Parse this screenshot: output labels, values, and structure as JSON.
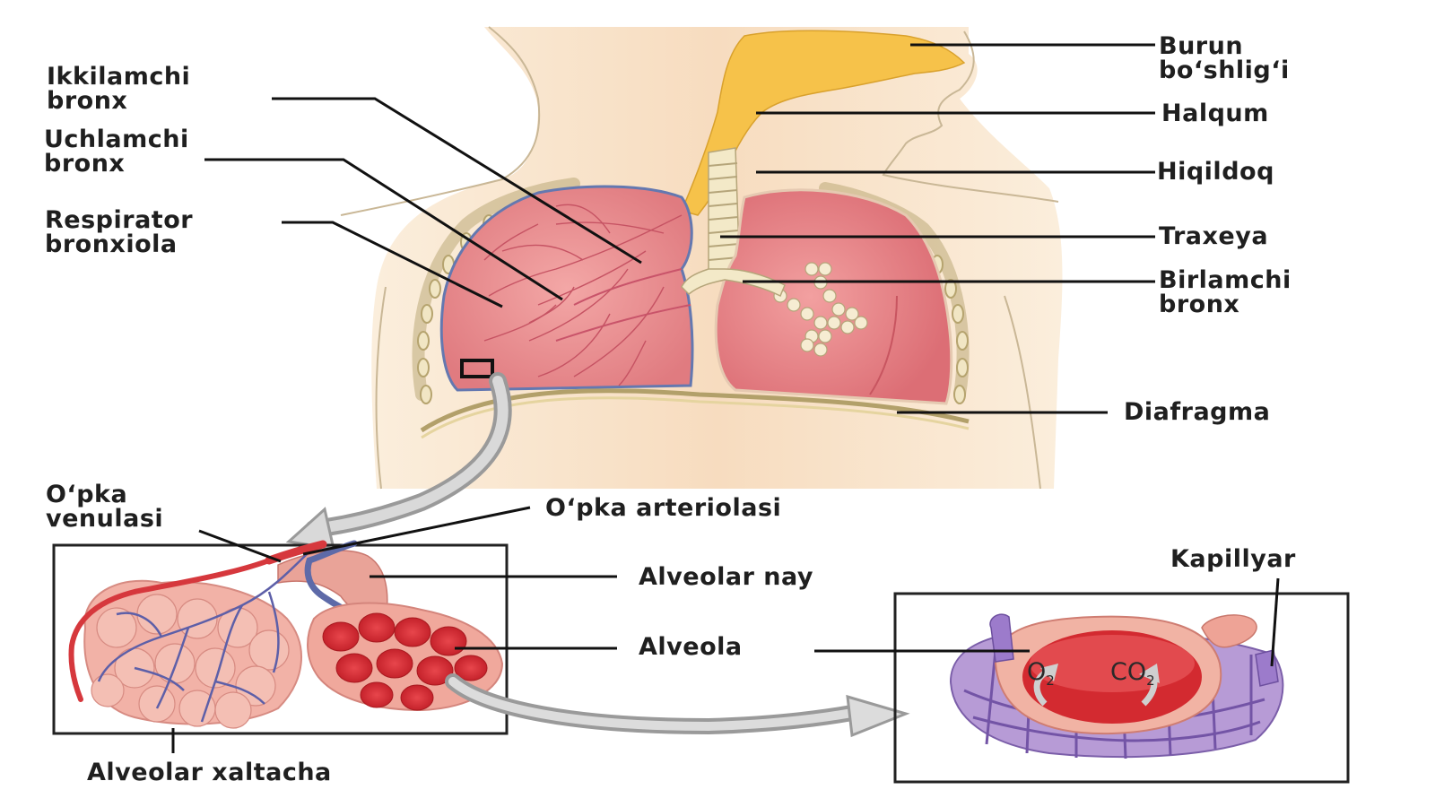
{
  "labels": {
    "ikkilamchi": [
      "Ikkilamchi",
      "bronx"
    ],
    "uchlamchi": [
      "Uchlamchi",
      "bronx"
    ],
    "respirator": [
      "Respirator",
      "bronxiola"
    ],
    "burun": [
      "Burun",
      "bo‘shlig‘i"
    ],
    "halqum": "Halqum",
    "hiqildoq": "Hiqildoq",
    "traxeya": "Traxeya",
    "birlamchi": [
      "Birlamchi",
      "bronx"
    ],
    "diafragma": "Diafragma",
    "venula": [
      "O‘pka",
      "venulasi"
    ],
    "arteriola": "O‘pka arteriolasi",
    "alveolar_nay": "Alveolar nay",
    "alveola": "Alveola",
    "kapillyar": "Kapillyar",
    "xaltacha": "Alveolar xaltacha"
  },
  "gases": {
    "o2_symbol": "O",
    "o2_sub": "2",
    "co2_symbol": "CO",
    "co2_sub": "2"
  },
  "colors": {
    "skin": "#f8dfc2",
    "lung": "#e88d8f",
    "lung_dark": "#c94f5a",
    "vessel_blue": "#5a6fa8",
    "artery_red": "#d93a3f",
    "nasal": "#f6c24a",
    "trachea": "#f3e9c8",
    "ribs": "#e8d8a8",
    "alveola_red": "#d42e36",
    "capillary": "#8a6bb8",
    "arrow_gray": "#9a9a9a"
  }
}
